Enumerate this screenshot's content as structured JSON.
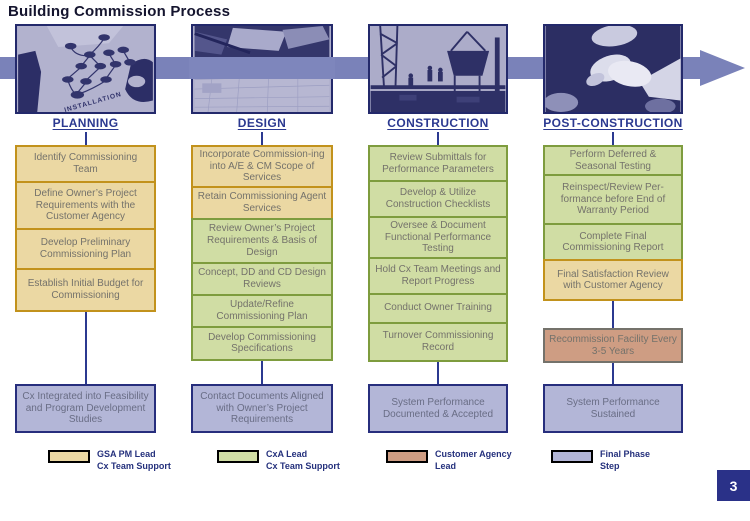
{
  "title": "Building Commission Process",
  "page_number": "3",
  "colors": {
    "band": "#7A82B9",
    "phase_label_blue": "#2B3990",
    "gsa_fill": "#EBD8A3",
    "gsa_border": "#C2921C",
    "cxa_fill": "#D0DDA4",
    "cxa_border": "#7E9C3E",
    "customer_fill": "#CE9D83",
    "customer_border": "#A06A4E",
    "final_fill": "#B3B6D7",
    "final_border": "#272E7D",
    "page_number_bg": "#2A3188"
  },
  "phases": [
    {
      "label": "PLANNING",
      "steps": [
        {
          "text": "Identify Commissioning Team",
          "type": "gsa"
        },
        {
          "text": "Define Owner’s Project Requirements with the Customer Agency",
          "type": "gsa"
        },
        {
          "text": "Develop Preliminary Commissioning Plan",
          "type": "gsa"
        },
        {
          "text": "Establish Initial Budget for Commissioning",
          "type": "gsa"
        }
      ],
      "final": "Cx Integrated into Feasibility and Program Development Studies",
      "legend": {
        "type": "gsa",
        "line1": "GSA PM Lead",
        "line2": "Cx Team Support"
      }
    },
    {
      "label": "DESIGN",
      "steps": [
        {
          "text": "Incorporate Commission-ing into A/E & CM Scope of Services",
          "type": "gsa"
        },
        {
          "text": "Retain Commissioning Agent Services",
          "type": "gsa"
        },
        {
          "text": "Review Owner’s Project Requirements & Basis of Design",
          "type": "cxa"
        },
        {
          "text": "Concept, DD and CD Design Reviews",
          "type": "cxa"
        },
        {
          "text": "Update/Refine Commissioning Plan",
          "type": "cxa"
        },
        {
          "text": "Develop Commissioning Specifications",
          "type": "cxa"
        }
      ],
      "final": "Contact Documents Aligned with Owner’s Project Requirements",
      "legend": {
        "type": "cxa",
        "line1": "CxA Lead",
        "line2": "Cx Team Support"
      }
    },
    {
      "label": "CONSTRUCTION",
      "steps": [
        {
          "text": "Review Submittals for Performance Parameters",
          "type": "cxa"
        },
        {
          "text": "Develop & Utilize Construction Checklists",
          "type": "cxa"
        },
        {
          "text": "Oversee & Document Functional Performance Testing",
          "type": "cxa"
        },
        {
          "text": "Hold Cx Team Meetings and Report Progress",
          "type": "cxa"
        },
        {
          "text": "Conduct Owner Training",
          "type": "cxa"
        },
        {
          "text": "Turnover Commissioning Record",
          "type": "cxa"
        }
      ],
      "final": "System Performance Documented & Accepted",
      "legend": {
        "type": "customer",
        "line1": "Customer Agency",
        "line2": "Lead"
      }
    },
    {
      "label": "POST-CONSTRUCTION",
      "steps": [
        {
          "text": "Perform Deferred & Seasonal Testing",
          "type": "cxa"
        },
        {
          "text": "Reinspect/Review Per-formance before End of Warranty Period",
          "type": "cxa"
        },
        {
          "text": "Complete Final Commissioning Report",
          "type": "cxa"
        },
        {
          "text": "Final Satisfaction Review with Customer Agency",
          "type": "gsa"
        }
      ],
      "recommission": {
        "text": "Recommission Facility Every 3-5 Years",
        "type": "customer"
      },
      "final": "System Performance Sustained",
      "legend": {
        "type": "final",
        "line1": "Final Phase",
        "line2": "Step"
      }
    }
  ]
}
